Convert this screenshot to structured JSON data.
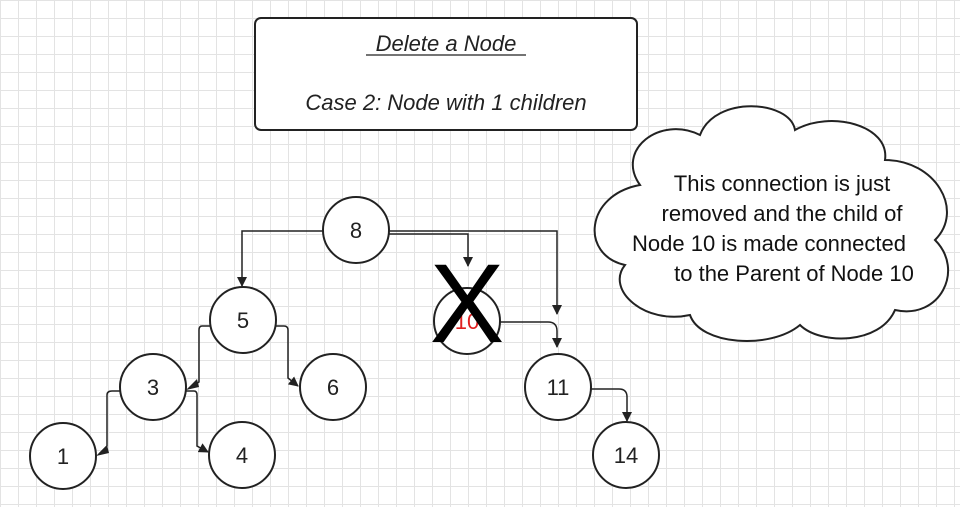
{
  "title_box": {
    "heading": "Delete a Node",
    "subheading": "Case 2: Node with 1 children"
  },
  "callout": {
    "lines": [
      "This connection is just",
      "removed and the child of",
      "Node 10 is made connected",
      "to the Parent of Node 10"
    ]
  },
  "nodes": {
    "n8": "8",
    "n5": "5",
    "n10": "10",
    "n3": "3",
    "n6": "6",
    "n11": "11",
    "n1": "1",
    "n4": "4",
    "n14": "14"
  },
  "deleted_mark": "X",
  "colors": {
    "stroke": "#222222",
    "deleted_label": "#e02020",
    "cross": "#000000"
  }
}
